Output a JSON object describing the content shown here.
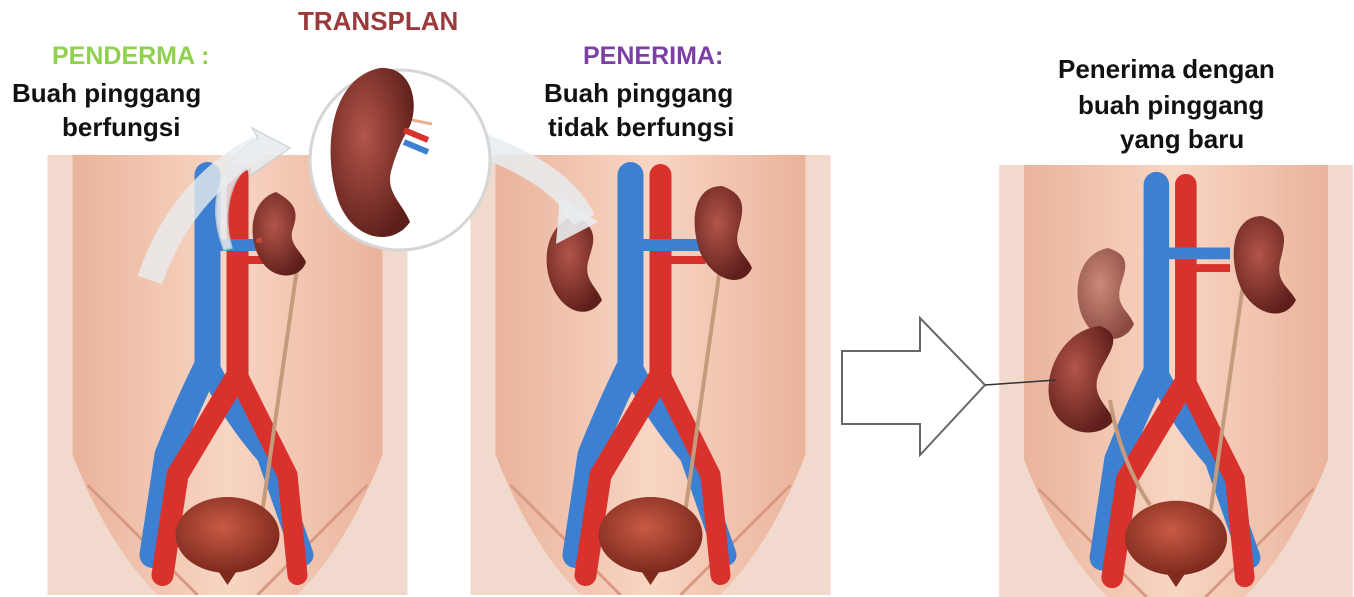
{
  "labels": {
    "transplant_title": "TRANSPLAN",
    "donor_heading": "PENDERMA :",
    "donor_line1": "Buah pinggang",
    "donor_line2": "berfungsi",
    "recipient_heading": "PENERIMA:",
    "recipient_line1": "Buah pinggang",
    "recipient_line2": "tidak berfungsi",
    "result_line1": "Penerima dengan",
    "result_line2": "buah pinggang",
    "result_line3": "yang baru"
  },
  "colors": {
    "transplant_title": "#9b3a3a",
    "donor_heading": "#8fd14f",
    "recipient_heading": "#7b3fa6",
    "body_text": "#111111",
    "skin": "#f6cdb8",
    "artery": "#d9312b",
    "vein": "#3d7fd1",
    "kidney": "#7a2a22",
    "bladder": "#a4402f"
  },
  "icons": [
    "curved-arrow-icon",
    "block-arrow-icon",
    "magnifier-circle-icon"
  ]
}
